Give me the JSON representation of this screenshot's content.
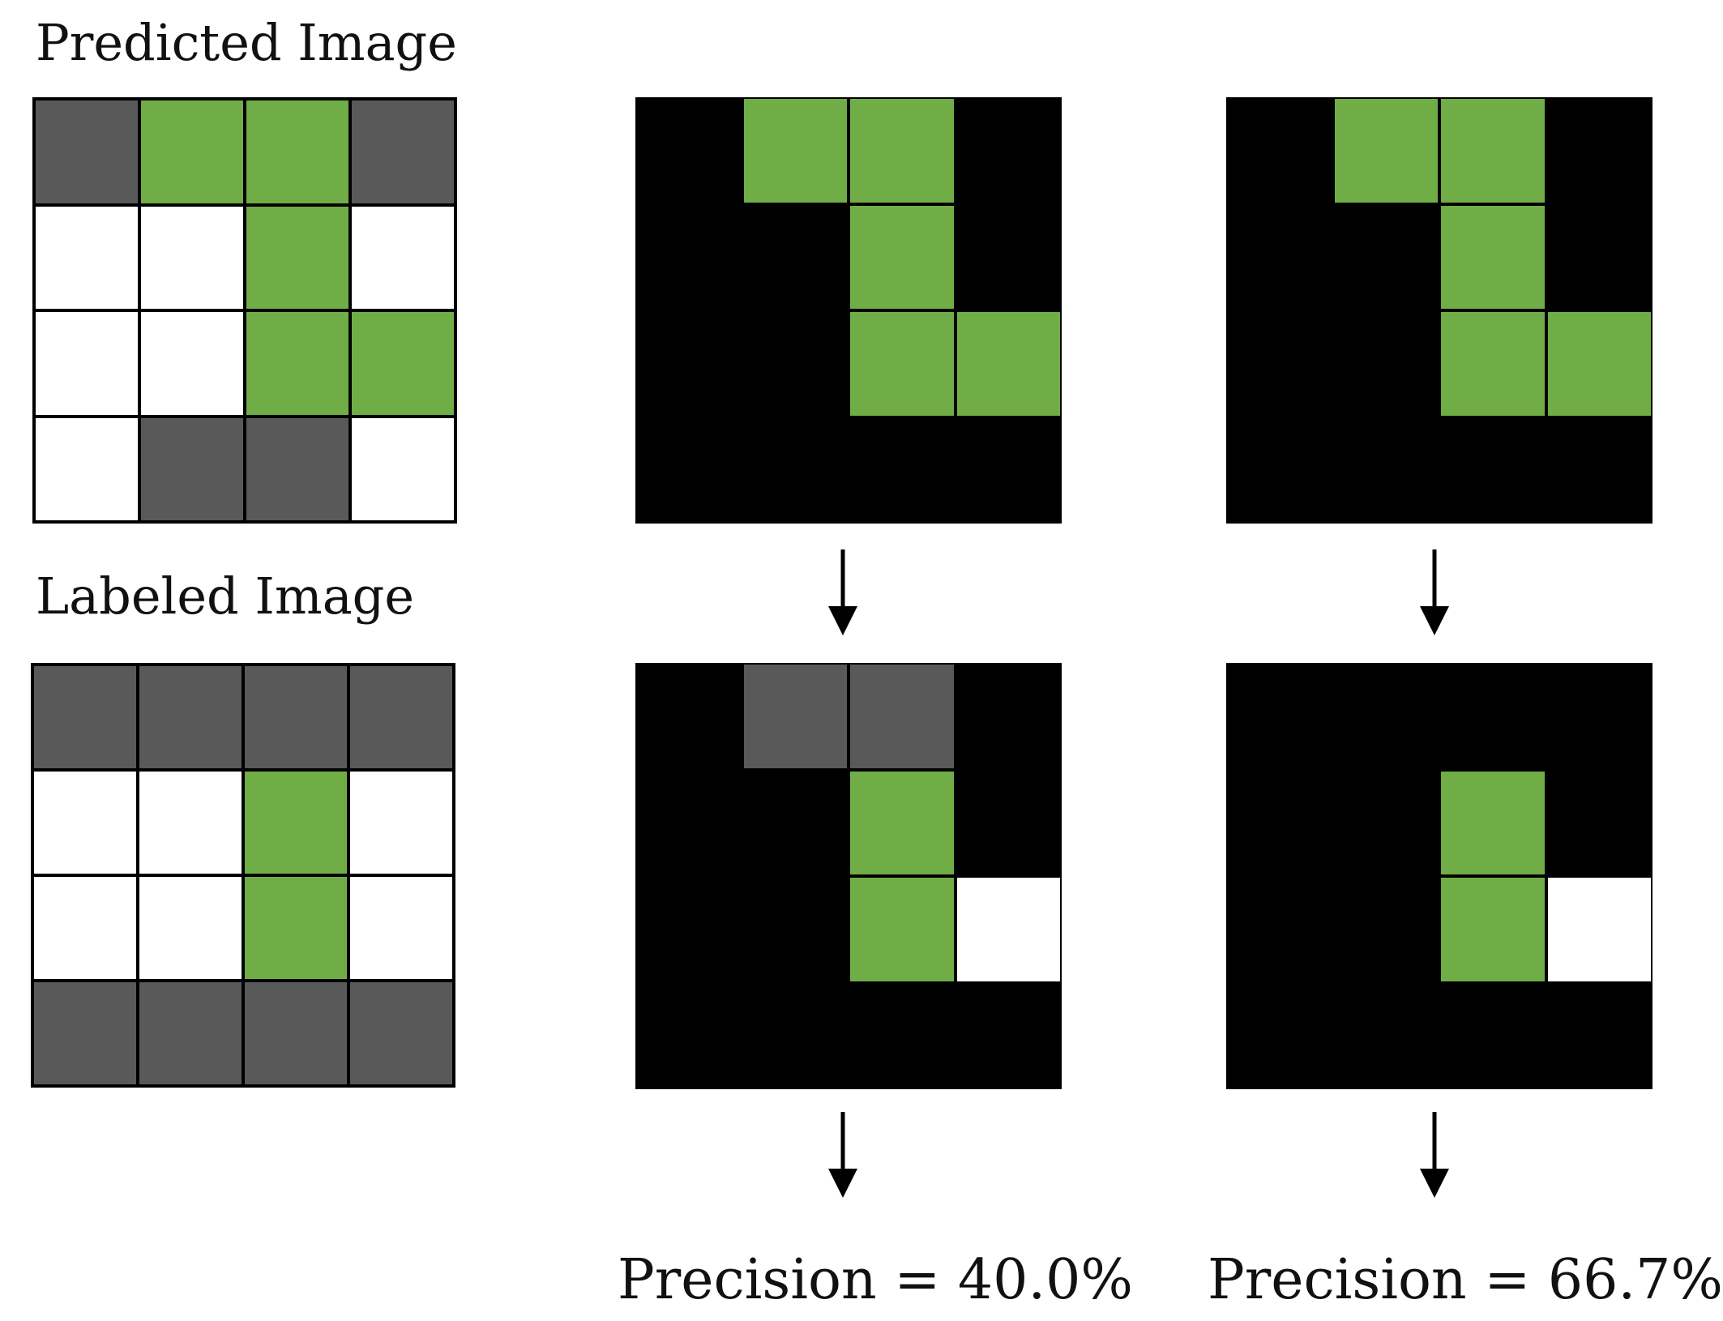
{
  "labels": {
    "predicted": "Predicted Image",
    "labeled": "Labeled Image"
  },
  "colors": {
    "green": "#70ad47",
    "gray": "#595959",
    "white": "#ffffff",
    "black": "#000000"
  },
  "grids": {
    "predicted": [
      [
        "gray",
        "green",
        "green",
        "gray"
      ],
      [
        "white",
        "white",
        "green",
        "white"
      ],
      [
        "white",
        "white",
        "green",
        "green"
      ],
      [
        "white",
        "gray",
        "gray",
        "white"
      ]
    ],
    "labeled": [
      [
        "gray",
        "gray",
        "gray",
        "gray"
      ],
      [
        "white",
        "white",
        "green",
        "white"
      ],
      [
        "white",
        "white",
        "green",
        "white"
      ],
      [
        "gray",
        "gray",
        "gray",
        "gray"
      ]
    ],
    "middle_top": [
      [
        "black",
        "green",
        "green",
        "black"
      ],
      [
        "black",
        "black",
        "green",
        "black"
      ],
      [
        "black",
        "black",
        "green",
        "green"
      ],
      [
        "black",
        "black",
        "black",
        "black"
      ]
    ],
    "middle_bottom": [
      [
        "black",
        "gray",
        "gray",
        "black"
      ],
      [
        "black",
        "black",
        "green",
        "black"
      ],
      [
        "black",
        "black",
        "green",
        "white"
      ],
      [
        "black",
        "black",
        "black",
        "black"
      ]
    ],
    "right_top": [
      [
        "black",
        "green",
        "green",
        "black"
      ],
      [
        "black",
        "black",
        "green",
        "black"
      ],
      [
        "black",
        "black",
        "green",
        "green"
      ],
      [
        "black",
        "black",
        "black",
        "black"
      ]
    ],
    "right_bottom": [
      [
        "black",
        "black",
        "black",
        "black"
      ],
      [
        "black",
        "black",
        "green",
        "black"
      ],
      [
        "black",
        "black",
        "green",
        "white"
      ],
      [
        "black",
        "black",
        "black",
        "black"
      ]
    ]
  },
  "results": {
    "left_precision": "Precision = 40.0%",
    "right_precision": "Precision = 66.7%"
  }
}
